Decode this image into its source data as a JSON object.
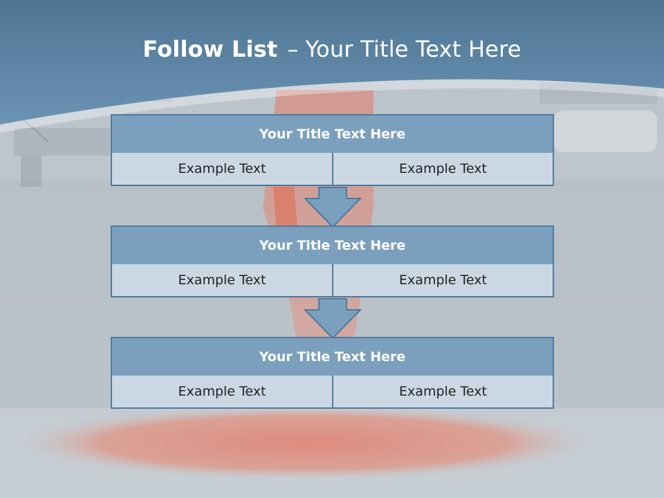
{
  "slide": {
    "title_bold": "Follow List",
    "title_separator": "–",
    "title_rest": "Your Title Text Here"
  },
  "steps": [
    {
      "title": "Your Title Text Here",
      "left": "Example Text",
      "right": "Example Text"
    },
    {
      "title": "Your Title Text Here",
      "left": "Example Text",
      "right": "Example Text"
    },
    {
      "title": "Your Title Text Here",
      "left": "Example Text",
      "right": "Example Text"
    }
  ],
  "colors": {
    "header": "#5f87a8",
    "title_fill": "#7ba0bd",
    "cell_fill": "#cbd8e3",
    "border": "#4f7a9e",
    "lava": "#e8593a"
  },
  "icons": [
    "down-arrow-icon"
  ]
}
